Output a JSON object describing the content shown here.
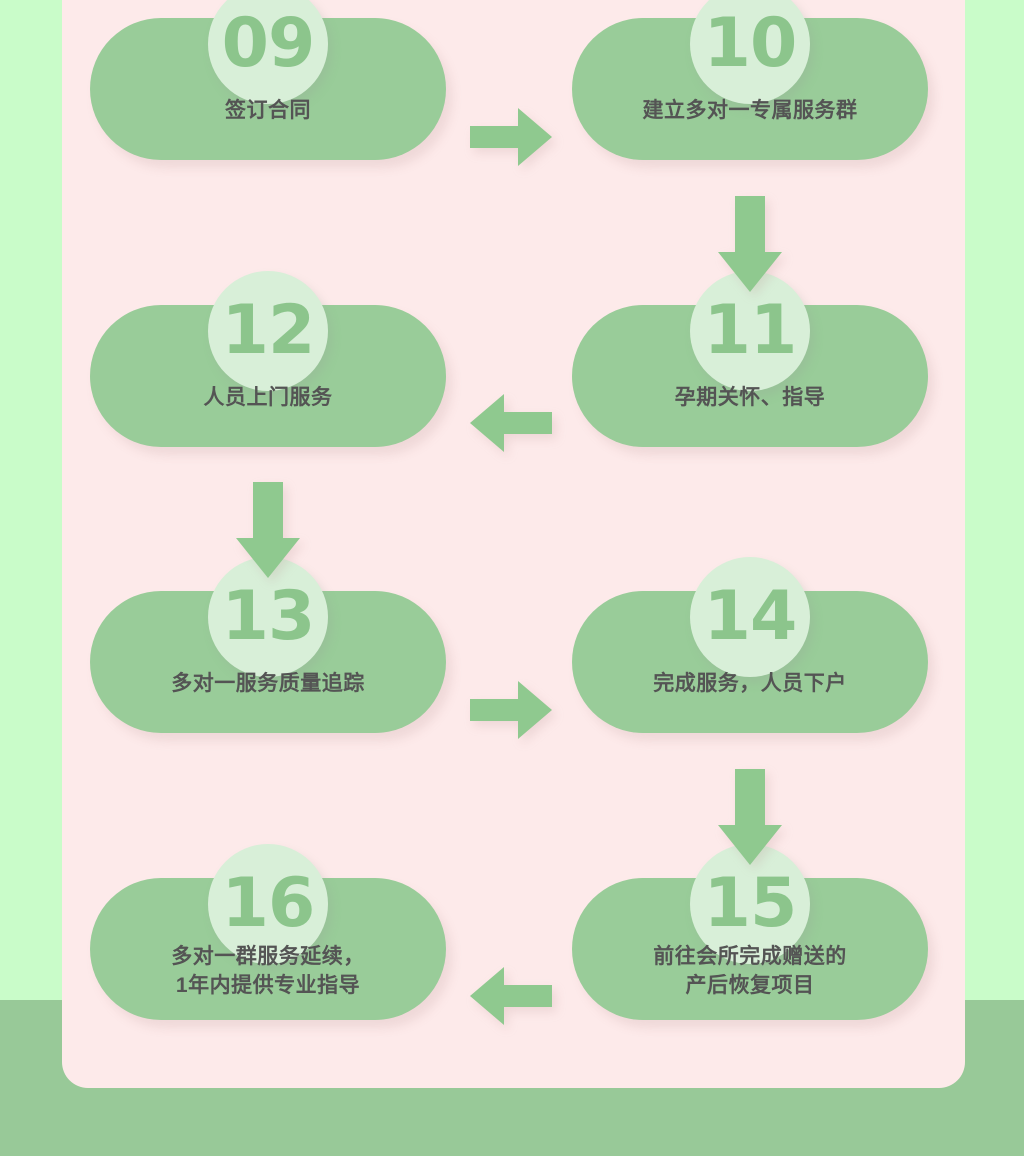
{
  "page": {
    "title": "服务流程图 09-16",
    "colors": {
      "background_top": "#c9fcc9",
      "background_bottom": "#98c998",
      "card": "#fdeaea",
      "node_fill": "#99cc99",
      "badge_fill": "#d8efd8",
      "badge_number": "#8cc58c",
      "label_text": "#545454",
      "arrow_fill": "#8fc98f"
    }
  },
  "flow": {
    "nodes": [
      {
        "id": "09",
        "number": "09",
        "label": "签订合同",
        "lines": [
          "签订合同"
        ]
      },
      {
        "id": "10",
        "number": "10",
        "label": "建立多对一专属服务群",
        "lines": [
          "建立多对一专属服务群"
        ]
      },
      {
        "id": "11",
        "number": "11",
        "label": "孕期关怀、指导",
        "lines": [
          "孕期关怀、指导"
        ]
      },
      {
        "id": "12",
        "number": "12",
        "label": "人员上门服务",
        "lines": [
          "人员上门服务"
        ]
      },
      {
        "id": "13",
        "number": "13",
        "label": "多对一服务质量追踪",
        "lines": [
          "多对一服务质量追踪"
        ]
      },
      {
        "id": "14",
        "number": "14",
        "label": "完成服务，人员下户",
        "lines": [
          "完成服务，人员下户"
        ]
      },
      {
        "id": "15",
        "number": "15",
        "label": "前往会所完成赠送的产后恢复项目",
        "line1": "前往会所完成赠送的",
        "line2": "产后恢复项目"
      },
      {
        "id": "16",
        "number": "16",
        "label": "多对一群服务延续，1年内提供专业指导",
        "line1": "多对一群服务延续，",
        "line2": "1年内提供专业指导"
      }
    ],
    "arrows": [
      {
        "id": "a09-10",
        "from": "09",
        "to": "10",
        "direction": "right"
      },
      {
        "id": "a10-11",
        "from": "10",
        "to": "11",
        "direction": "down"
      },
      {
        "id": "a11-12",
        "from": "11",
        "to": "12",
        "direction": "left"
      },
      {
        "id": "a12-13",
        "from": "12",
        "to": "13",
        "direction": "down"
      },
      {
        "id": "a13-14",
        "from": "13",
        "to": "14",
        "direction": "right"
      },
      {
        "id": "a14-15",
        "from": "14",
        "to": "15",
        "direction": "down"
      },
      {
        "id": "a15-16",
        "from": "15",
        "to": "16",
        "direction": "left"
      }
    ]
  }
}
